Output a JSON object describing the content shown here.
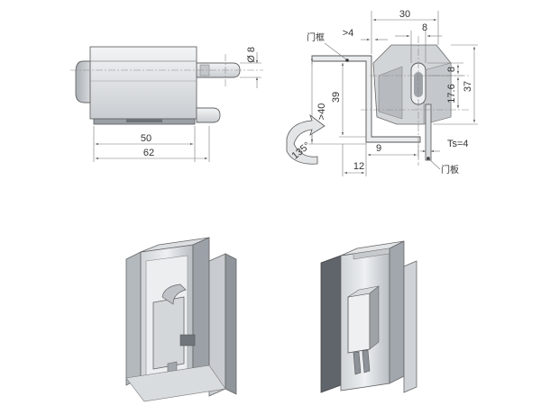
{
  "diagram": {
    "left_view": {
      "dim_width_inner": "50",
      "dim_width_outer": "62",
      "dim_diameter": "Ø 8"
    },
    "right_view": {
      "dim_top_overall": "30",
      "dim_top_small": "8",
      "dim_gap": ">4",
      "label_door_frame": "门框",
      "dim_height_min": ">40",
      "dim_height": "39",
      "dim_right_8": "8",
      "dim_right_17_6": "17.6",
      "dim_right_37": "37",
      "dim_bottom_9": "9",
      "dim_bottom_12": "12",
      "dim_thickness": "Ts=4",
      "label_door_panel": "门板",
      "rotation_angle": "135°"
    }
  },
  "colors": {
    "line": "#555555",
    "metal_light": "#e6e8ea",
    "metal_mid": "#bfc3c7",
    "metal_dark": "#8e9399"
  }
}
